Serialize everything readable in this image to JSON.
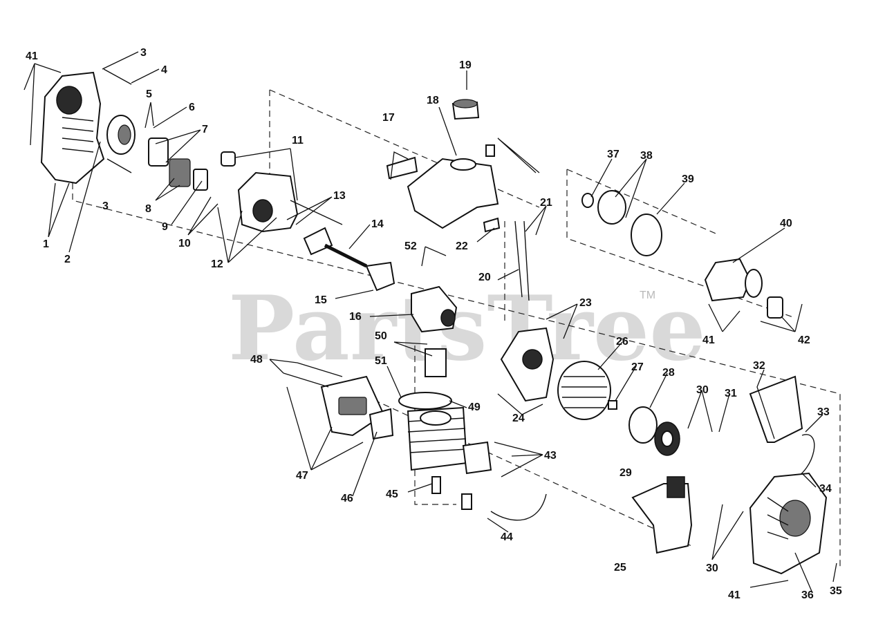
{
  "watermark": {
    "text": "PartsTree",
    "trademark": "TM"
  },
  "callouts": {
    "c1": "1",
    "c2": "2",
    "c3a": "3",
    "c3b": "3",
    "c4": "4",
    "c5": "5",
    "c6": "6",
    "c7": "7",
    "c8": "8",
    "c9": "9",
    "c10": "10",
    "c11": "11",
    "c12": "12",
    "c13": "13",
    "c14": "14",
    "c15": "15",
    "c16": "16",
    "c17": "17",
    "c18": "18",
    "c19": "19",
    "c20": "20",
    "c21": "21",
    "c22": "22",
    "c23": "23",
    "c24": "24",
    "c25": "25",
    "c26": "26",
    "c27": "27",
    "c28": "28",
    "c29": "29",
    "c30a": "30",
    "c30b": "30",
    "c31": "31",
    "c32": "32",
    "c33": "33",
    "c34": "34",
    "c35": "35",
    "c36": "36",
    "c37": "37",
    "c38": "38",
    "c39": "39",
    "c40": "40",
    "c41a": "41",
    "c41b": "41",
    "c41c": "41",
    "c42": "42",
    "c43": "43",
    "c44": "44",
    "c45": "45",
    "c46": "46",
    "c47": "47",
    "c48": "48",
    "c49": "49",
    "c50": "50",
    "c51": "51",
    "c52": "52"
  }
}
